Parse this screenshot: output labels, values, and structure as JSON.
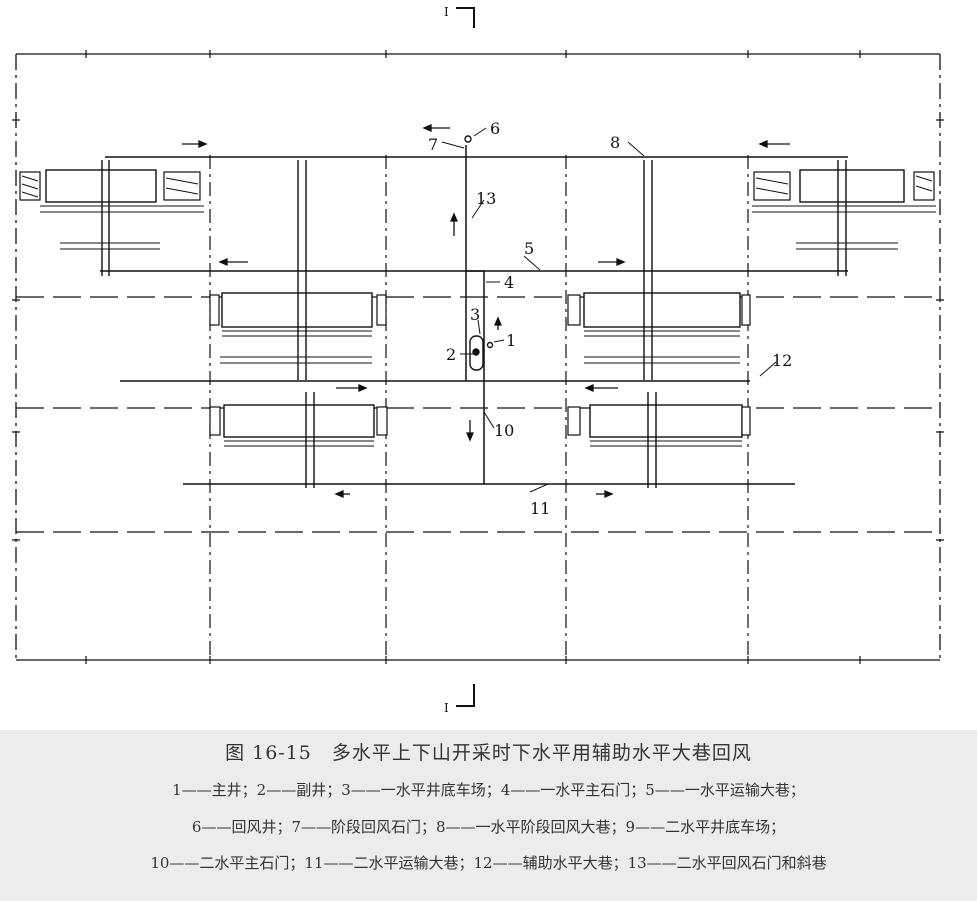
{
  "figure": {
    "title": "图 16-15　多水平上下山开采时下水平用辅助水平大巷回风",
    "legend_lines": [
      "1——主井；2——副井；3——一水平井底车场；4——一水平主石门；5——一水平运输大巷；",
      "6——回风井；7——阶段回风石门；8——一水平阶段回风大巷；9——二水平井底车场；",
      "10——二水平主石门；11——二水平运输大巷；12——辅助水平大巷；13——二水平回风石门和斜巷"
    ]
  },
  "labels": {
    "l1": "1",
    "l2": "2",
    "l3": "3",
    "l4": "4",
    "l5": "5",
    "l6": "6",
    "l7": "7",
    "l8": "8",
    "l10": "10",
    "l11": "11",
    "l12": "12",
    "l13": "13",
    "section_top": "I",
    "section_bottom": "I"
  },
  "colors": {
    "line": "#111111",
    "background": "#ffffff",
    "page": "#ececec"
  }
}
